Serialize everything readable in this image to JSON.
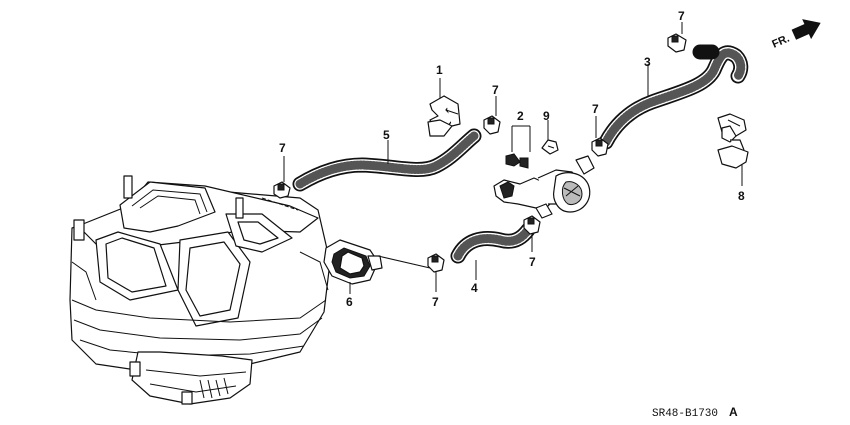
{
  "diagram": {
    "callouts": {
      "c1": "1",
      "c2": "2",
      "c3": "3",
      "c4": "4",
      "c5": "5",
      "c6": "6",
      "c7a": "7",
      "c7b": "7",
      "c7c": "7",
      "c7d": "7",
      "c7e": "7",
      "c7f": "7",
      "c8": "8",
      "c9": "9"
    },
    "direction_label": "FR.",
    "diagram_code": "SR48-B1730",
    "diagram_code_suffix": "A"
  }
}
